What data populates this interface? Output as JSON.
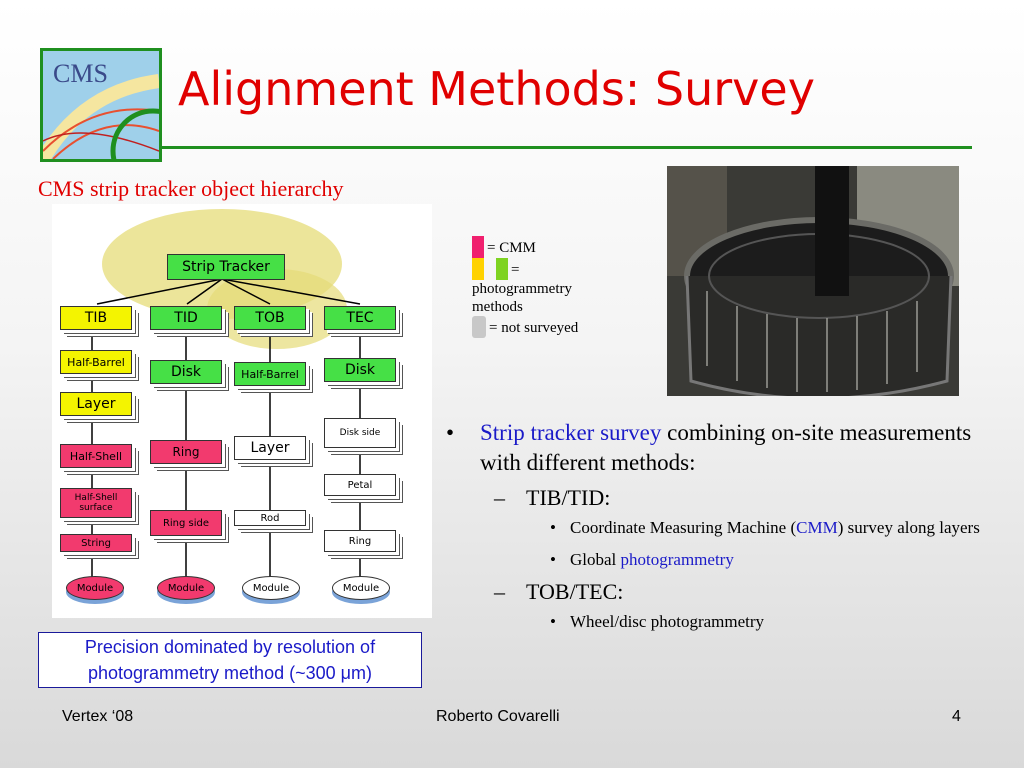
{
  "logo": {
    "text": "CMS",
    "icon": "cms-logo"
  },
  "title": "Alignment Methods: Survey",
  "hierarchy": {
    "caption": "CMS strip tracker object hierarchy",
    "root": "Strip Tracker",
    "columns": [
      {
        "levels": [
          "TIB",
          "Half-Barrel",
          "Layer",
          "Half-Shell",
          "Half-Shell surface",
          "String",
          "Module"
        ]
      },
      {
        "levels": [
          "TID",
          "Disk",
          "Ring",
          "Ring side",
          "Module"
        ]
      },
      {
        "levels": [
          "TOB",
          "Half-Barrel",
          "Layer",
          "Rod",
          "Module"
        ]
      },
      {
        "levels": [
          "TEC",
          "Disk",
          "Disk side",
          "Petal",
          "Ring",
          "Module"
        ]
      }
    ]
  },
  "legend": {
    "cmm": "= CMM",
    "photogrammetry": "= photogrammetry methods",
    "not_surveyed": "= not surveyed",
    "colors": {
      "cmm": "#f0206e",
      "photo_yellow": "#ffd200",
      "photo_green": "#7ed321",
      "not_surveyed": "#c8c8c8"
    }
  },
  "bullets": {
    "main_highlight": "Strip tracker survey",
    "main_rest": " combining on-site measurements with different methods:",
    "tib_tid": "TIB/TID:",
    "cmm_pre": "Coordinate Measuring Machine (",
    "cmm_link": "CMM",
    "cmm_post": ") survey along layers",
    "global_pre": "Global ",
    "global_link": "photogrammetry",
    "tob_tec": "TOB/TEC:",
    "wheel": "Wheel/disc photogrammetry"
  },
  "precision": {
    "line1": "Precision dominated by resolution of",
    "line2": "photogrammetry method (~300 μm)"
  },
  "footer": {
    "left": "Vertex ‘08",
    "center": "Roberto Covarelli",
    "page": "4"
  }
}
